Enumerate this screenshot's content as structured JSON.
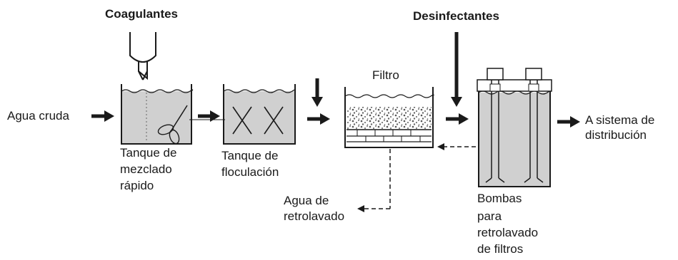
{
  "labels": {
    "coagulantes": "Coagulantes",
    "desinfectantes": "Desinfectantes",
    "agua_cruda": "Agua cruda",
    "filtro": "Filtro",
    "a_sistema_line1": "A sistema de",
    "a_sistema_line2": "distribución",
    "tanque_mezclado": [
      "Tanque de",
      "mezclado",
      "rápido"
    ],
    "tanque_floculacion": [
      "Tanque de",
      "floculación"
    ],
    "agua_retrolavado": [
      "Agua de",
      "retrolavado"
    ],
    "bombas": [
      "Bombas",
      "para",
      "retrolavado",
      "de filtros"
    ]
  },
  "colors": {
    "stroke": "#1a1a1a",
    "water": "#d0d0d0",
    "text": "#1a1a1a"
  }
}
